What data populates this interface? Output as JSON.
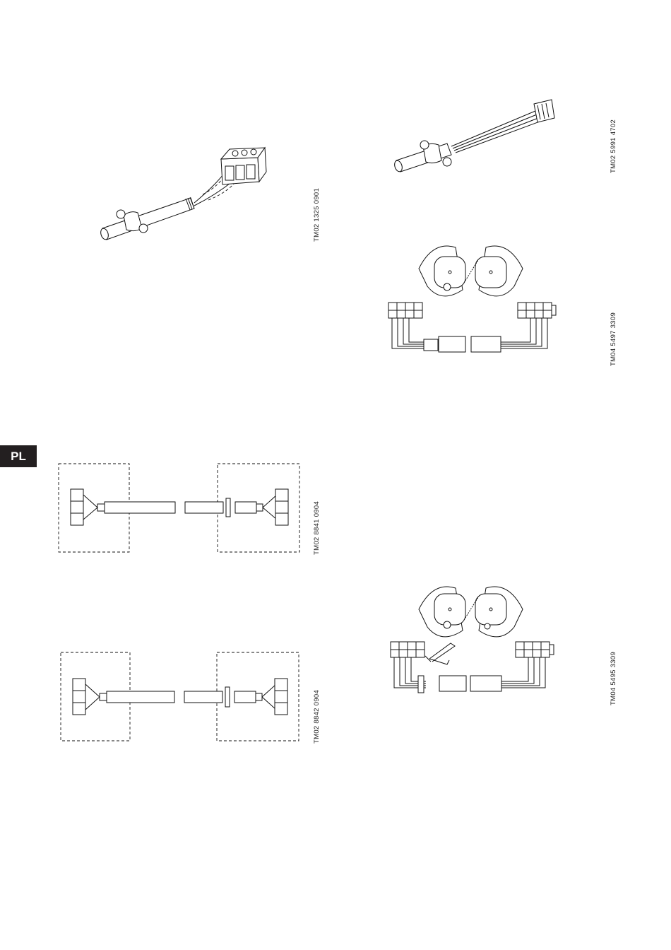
{
  "page": {
    "language_tab": "PL"
  },
  "figures": [
    {
      "id": "cable-terminal-block",
      "code": "TM02 1325 0901"
    },
    {
      "id": "cable-connector-plug",
      "code": "TM02 5991 4702"
    },
    {
      "id": "twin-pump-connection",
      "code": "TM04 5497 3309"
    },
    {
      "id": "shield-one-end",
      "code": "TM02 8841 0904"
    },
    {
      "id": "shield-both-ends",
      "code": "TM02 8842 0904"
    },
    {
      "id": "twin-pump-cut-wire",
      "code": "TM04 5495 3309"
    }
  ],
  "colors": {
    "tab_bg": "#231f20",
    "line": "#111111"
  }
}
